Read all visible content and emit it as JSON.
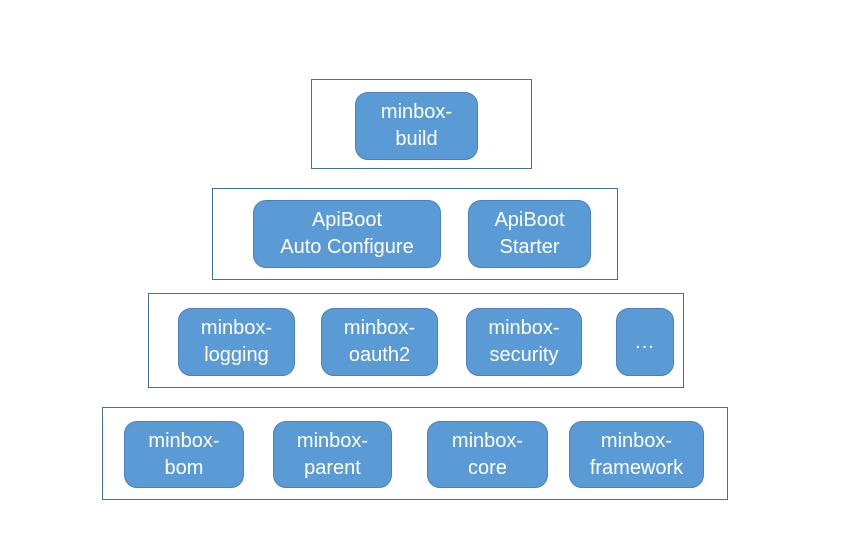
{
  "colors": {
    "node_fill": "#5B9BD5",
    "node_border": "#4A80BE",
    "tier_border": "#41719C",
    "node_text": "#FFFFFF",
    "background": "#FFFFFF"
  },
  "diagram": {
    "type": "layered-architecture",
    "tiers": [
      {
        "name": "build-layer",
        "nodes": [
          {
            "label": "minbox-\nbuild"
          }
        ]
      },
      {
        "name": "apiboot-layer",
        "nodes": [
          {
            "label": "ApiBoot\nAuto Configure"
          },
          {
            "label": "ApiBoot\nStarter"
          }
        ]
      },
      {
        "name": "minbox-modules-layer",
        "nodes": [
          {
            "label": "minbox-\nlogging"
          },
          {
            "label": "minbox-\noauth2"
          },
          {
            "label": "minbox-\nsecurity"
          },
          {
            "label": "..."
          }
        ]
      },
      {
        "name": "minbox-foundation-layer",
        "nodes": [
          {
            "label": "minbox-\nbom"
          },
          {
            "label": "minbox-\nparent"
          },
          {
            "label": "minbox-\ncore"
          },
          {
            "label": "minbox-\nframework"
          }
        ]
      }
    ]
  }
}
